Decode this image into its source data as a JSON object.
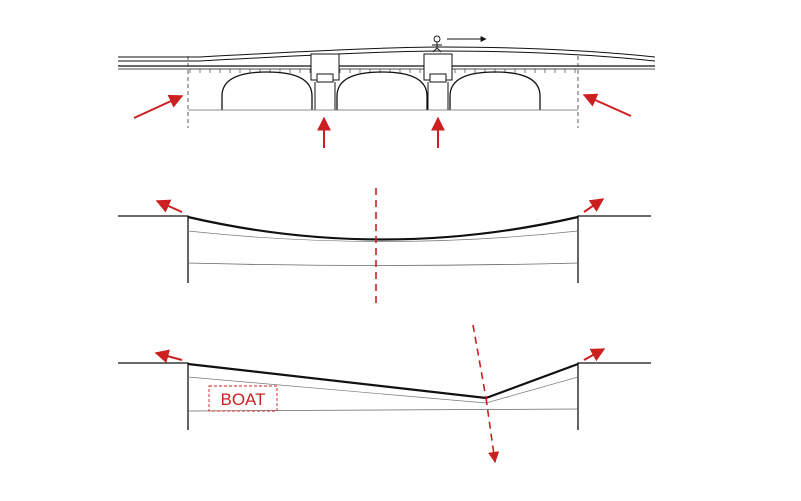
{
  "colors": {
    "line": "#111111",
    "thin_line": "#555555",
    "accent": "#cc1f1f"
  },
  "labels": {
    "boat": "BOAT"
  },
  "icons": {
    "person": "stick-figure-icon",
    "direction": "arrow-right-icon"
  },
  "panels": [
    {
      "name": "bridge-elevation",
      "arrows": 4
    },
    {
      "name": "uniform-deflection",
      "arrows": 2
    },
    {
      "name": "boat-impact-deflection",
      "arrows": 3
    }
  ]
}
